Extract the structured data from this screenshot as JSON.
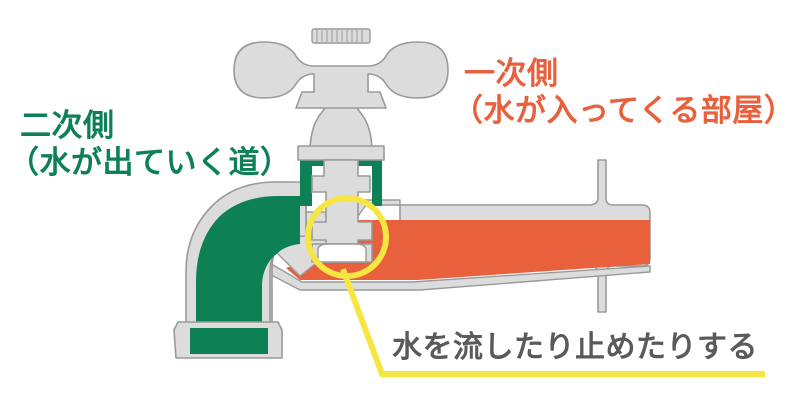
{
  "figure": {
    "title_alt": "water-faucet-cross-section",
    "background_color": "#ffffff"
  },
  "labels": {
    "secondary_side": {
      "line1": "二次側",
      "line2": "（水が出ていく道）",
      "color": "#0d8055"
    },
    "primary_side": {
      "line1": "一次側",
      "line2": "（水が入ってくる部屋）",
      "color": "#e8603c"
    },
    "callout": {
      "text": "水を流したり止めたりする",
      "color": "#5a5a5a"
    }
  },
  "colors": {
    "outlet_water_green": "#0d8055",
    "inlet_water_orange": "#e8603c",
    "body_metal_gray": "#dcdcdc",
    "outline_gray": "#9a9a9a",
    "highlight_yellow": "#f5e642",
    "white": "#ffffff"
  },
  "annotation": {
    "highlight_shape": "circle",
    "highlight_target": "valve-washer-seat",
    "leader_line": "elbow"
  },
  "parts": {
    "handle": "cross-handle",
    "cap": "knurled-cap-nut",
    "bonnet": "bonnet",
    "stem": "valve-stem",
    "washer": "valve-washer",
    "spout": "spout",
    "outlet": "spout-outlet",
    "inlet_pipe": "inlet-pipe",
    "flange": "wall-flange"
  }
}
